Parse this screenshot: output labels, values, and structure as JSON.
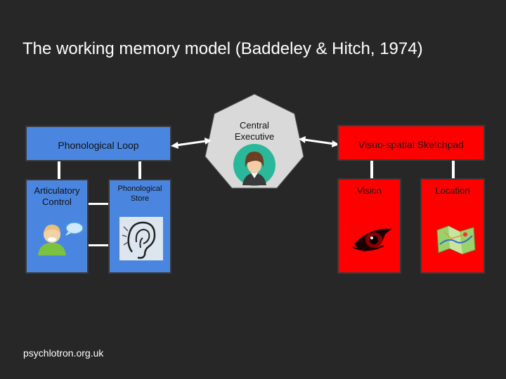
{
  "title": "The working memory model (Baddeley & Hitch, 1974)",
  "central_executive": {
    "line1": "Central",
    "line2": "Executive",
    "icon": "woman-avatar-icon"
  },
  "phonological_loop": {
    "label": "Phonological Loop"
  },
  "articulatory_control": {
    "line1": "Articulatory",
    "line2": "Control",
    "icon": "speaking-person-icon"
  },
  "phonological_store": {
    "line1": "Phonological",
    "line2": "Store",
    "icon": "ear-icon"
  },
  "visuo_spatial_sketchpad": {
    "label": "Visuo-spatial Sketchpad"
  },
  "vision": {
    "label": "Vision",
    "icon": "eye-icon"
  },
  "location": {
    "label": "Location",
    "icon": "map-icon"
  },
  "footer": "psychlotron.org.uk",
  "colors": {
    "background": "#272727",
    "blue": "#4a86e0",
    "red": "#ff0000",
    "teal": "#2bb89a"
  }
}
